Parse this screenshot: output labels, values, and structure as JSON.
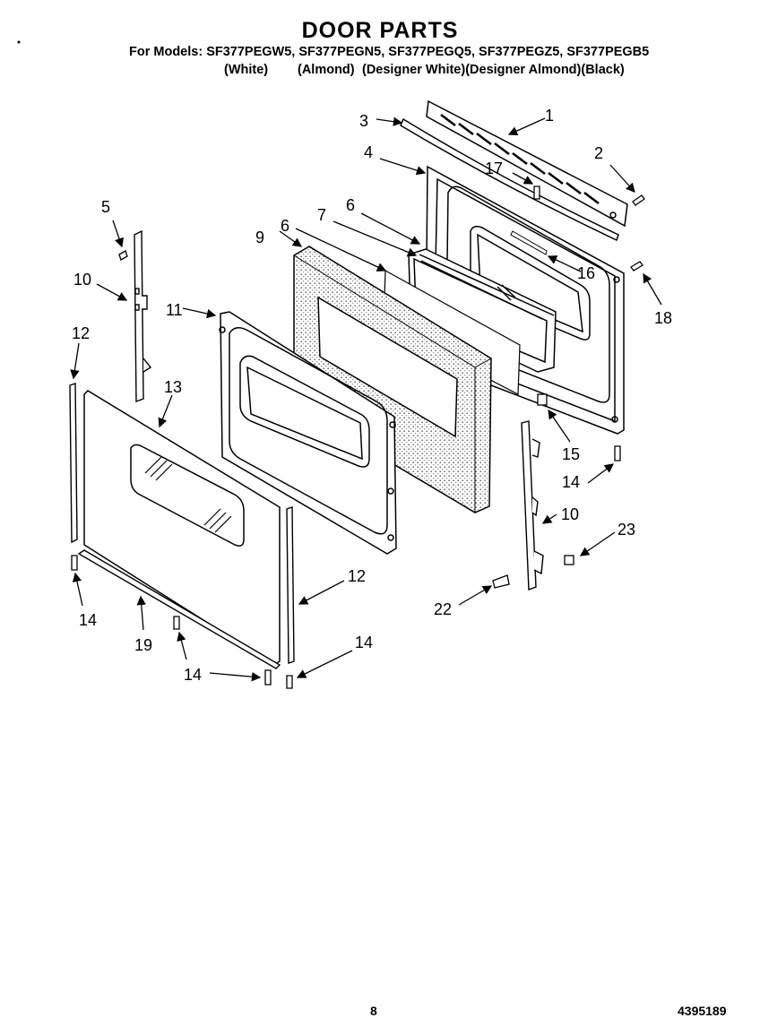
{
  "title": "DOOR PARTS",
  "models_line": "For Models: SF377PEGW5, SF377PEGN5, SF377PEGQ5, SF377PEGZ5, SF377PEGB5",
  "colors": [
    "(White)",
    "(Almond)",
    "(Designer White)(Designer Almond)(Black)"
  ],
  "page_number": "8",
  "doc_number": "4395189",
  "callouts": [
    "1",
    "2",
    "3",
    "4",
    "5",
    "6",
    "6",
    "7",
    "9",
    "10",
    "10",
    "11",
    "12",
    "12",
    "13",
    "14",
    "14",
    "14",
    "14",
    "15",
    "16",
    "17",
    "18",
    "19",
    "22",
    "23"
  ]
}
